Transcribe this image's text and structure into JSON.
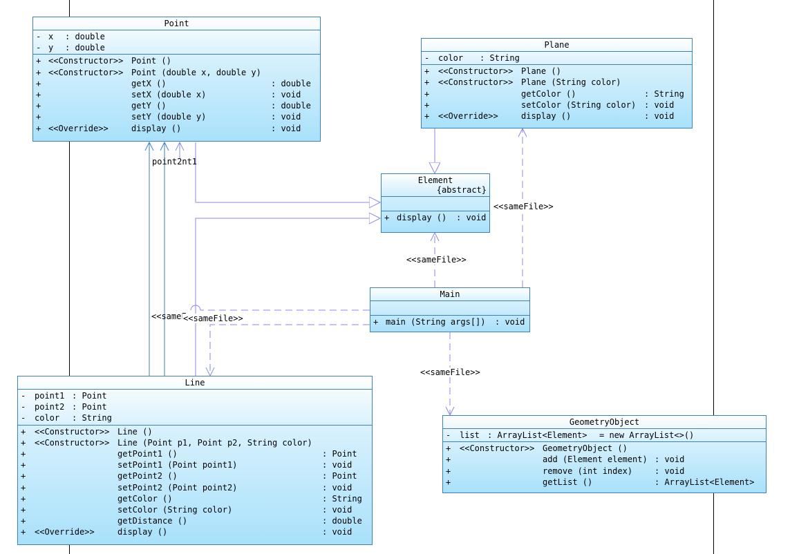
{
  "classes": {
    "point": {
      "name": "Point",
      "attrs": [
        {
          "vis": "-",
          "name": "x",
          "type": ": double"
        },
        {
          "vis": "-",
          "name": "y",
          "type": ": double"
        }
      ],
      "ops": [
        {
          "vis": "+",
          "stereo": "<<Constructor>>",
          "sig": "Point ()",
          "ret": ""
        },
        {
          "vis": "+",
          "stereo": "<<Constructor>>",
          "sig": "Point (double x, double y)",
          "ret": ""
        },
        {
          "vis": "+",
          "stereo": "",
          "sig": "getX ()",
          "ret": ": double"
        },
        {
          "vis": "+",
          "stereo": "",
          "sig": "setX (double x)",
          "ret": ": void"
        },
        {
          "vis": "+",
          "stereo": "",
          "sig": "getY ()",
          "ret": ": double"
        },
        {
          "vis": "+",
          "stereo": "",
          "sig": "setY (double y)",
          "ret": ": void"
        },
        {
          "vis": "+",
          "stereo": "<<Override>>",
          "sig": "display ()",
          "ret": ": void"
        }
      ]
    },
    "plane": {
      "name": "Plane",
      "attrs": [
        {
          "vis": "-",
          "name": "color",
          "type": ": String"
        }
      ],
      "ops": [
        {
          "vis": "+",
          "stereo": "<<Constructor>>",
          "sig": "Plane ()",
          "ret": ""
        },
        {
          "vis": "+",
          "stereo": "<<Constructor>>",
          "sig": "Plane (String color)",
          "ret": ""
        },
        {
          "vis": "+",
          "stereo": "",
          "sig": "getColor ()",
          "ret": ": String"
        },
        {
          "vis": "+",
          "stereo": "",
          "sig": "setColor (String color)",
          "ret": ": void"
        },
        {
          "vis": "+",
          "stereo": "<<Override>>",
          "sig": "display ()",
          "ret": ": void"
        }
      ]
    },
    "element": {
      "name": "Element",
      "modifier": "{abstract}",
      "ops": [
        {
          "vis": "+",
          "sig": "display ()",
          "ret": ": void"
        }
      ]
    },
    "main": {
      "name": "Main",
      "ops": [
        {
          "vis": "+",
          "sig": "main (String args[])",
          "ret": ": void"
        }
      ]
    },
    "line": {
      "name": "Line",
      "attrs": [
        {
          "vis": "-",
          "name": "point1",
          "type": ": Point"
        },
        {
          "vis": "-",
          "name": "point2",
          "type": ": Point"
        },
        {
          "vis": "-",
          "name": "color",
          "type": ": String"
        }
      ],
      "ops": [
        {
          "vis": "+",
          "stereo": "<<Constructor>>",
          "sig": "Line ()",
          "ret": ""
        },
        {
          "vis": "+",
          "stereo": "<<Constructor>>",
          "sig": "Line (Point p1, Point p2, String color)",
          "ret": ""
        },
        {
          "vis": "+",
          "stereo": "",
          "sig": "getPoint1 ()",
          "ret": ": Point"
        },
        {
          "vis": "+",
          "stereo": "",
          "sig": "setPoint1 (Point point1)",
          "ret": ": void"
        },
        {
          "vis": "+",
          "stereo": "",
          "sig": "getPoint2 ()",
          "ret": ": Point"
        },
        {
          "vis": "+",
          "stereo": "",
          "sig": "setPoint2 (Point point2)",
          "ret": ": void"
        },
        {
          "vis": "+",
          "stereo": "",
          "sig": "getColor ()",
          "ret": ": String"
        },
        {
          "vis": "+",
          "stereo": "",
          "sig": "setColor (String color)",
          "ret": ": void"
        },
        {
          "vis": "+",
          "stereo": "",
          "sig": "getDistance ()",
          "ret": ": double"
        },
        {
          "vis": "+",
          "stereo": "<<Override>>",
          "sig": "display ()",
          "ret": ": void"
        }
      ]
    },
    "geometry": {
      "name": "GeometryObject",
      "attrs": [
        {
          "vis": "-",
          "name": "list",
          "type": ": ArrayList<Element>",
          "init": "= new ArrayList<>()"
        }
      ],
      "ops": [
        {
          "vis": "+",
          "stereo": "<<Constructor>>",
          "sig": "GeometryObject ()",
          "ret": ""
        },
        {
          "vis": "+",
          "stereo": "",
          "sig": "add (Element element)",
          "ret": ": void"
        },
        {
          "vis": "+",
          "stereo": "",
          "sig": "remove (int index)",
          "ret": ": void"
        },
        {
          "vis": "+",
          "stereo": "",
          "sig": "getList ()",
          "ret": ": ArrayList<Element>"
        }
      ]
    }
  },
  "labels": {
    "point_assoc": "point2nt1",
    "samefile_plane": "<<sameFile>>",
    "samefile_element": "<<sameFile>>",
    "samefile_line_a": "<<sameF",
    "samefile_line_b": "<<sameFile>>",
    "samefile_geometry": "<<sameFile>>"
  },
  "colors": {
    "class_border": "#3a7fc0",
    "class_fill": "#a9e1fb",
    "assoc_line": "#3a7fc0",
    "generalization_line": "#8888e8",
    "dependency_line": "#8888e8"
  }
}
